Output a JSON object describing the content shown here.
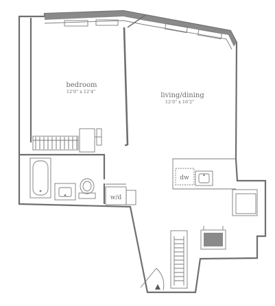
{
  "rooms": {
    "bedroom": {
      "name": "bedroom",
      "dimensions": "12'0\" x 12'4\""
    },
    "living_dining": {
      "name": "living/dining",
      "dimensions": "12'0\" x 16'2\""
    }
  },
  "fixtures": {
    "dishwasher": "dw",
    "washer_dryer": "w/d"
  }
}
